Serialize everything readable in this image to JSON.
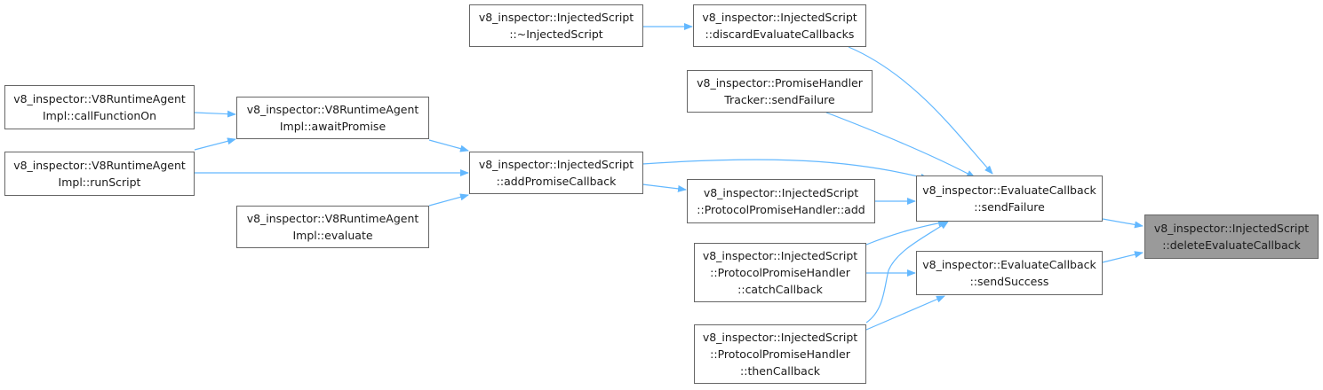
{
  "colors": {
    "edge": "#63b8ff",
    "node_border": "#666666",
    "root_fill": "#9a9a9a"
  },
  "nodes": {
    "root": [
      "v8_inspector::InjectedScript",
      "::deleteEvaluateCallback"
    ],
    "send_failure": [
      "v8_inspector::EvaluateCallback",
      "::sendFailure"
    ],
    "send_success": [
      "v8_inspector::EvaluateCallback",
      "::sendSuccess"
    ],
    "discard_callbacks": [
      "v8_inspector::InjectedScript",
      "::discardEvaluateCallbacks"
    ],
    "destructor": [
      "v8_inspector::InjectedScript",
      "::~InjectedScript"
    ],
    "promise_tracker": [
      "v8_inspector::PromiseHandler",
      "Tracker::sendFailure"
    ],
    "add_promise_callback": [
      "v8_inspector::InjectedScript",
      "::addPromiseCallback"
    ],
    "protocol_add": [
      "v8_inspector::InjectedScript",
      "::ProtocolPromiseHandler::add"
    ],
    "catch_callback": [
      "v8_inspector::InjectedScript",
      "::ProtocolPromiseHandler",
      "::catchCallback"
    ],
    "then_callback": [
      "v8_inspector::InjectedScript",
      "::ProtocolPromiseHandler",
      "::thenCallback"
    ],
    "await_promise": [
      "v8_inspector::V8RuntimeAgent",
      "Impl::awaitPromise"
    ],
    "evaluate": [
      "v8_inspector::V8RuntimeAgent",
      "Impl::evaluate"
    ],
    "call_function_on": [
      "v8_inspector::V8RuntimeAgent",
      "Impl::callFunctionOn"
    ],
    "run_script": [
      "v8_inspector::V8RuntimeAgent",
      "Impl::runScript"
    ]
  }
}
